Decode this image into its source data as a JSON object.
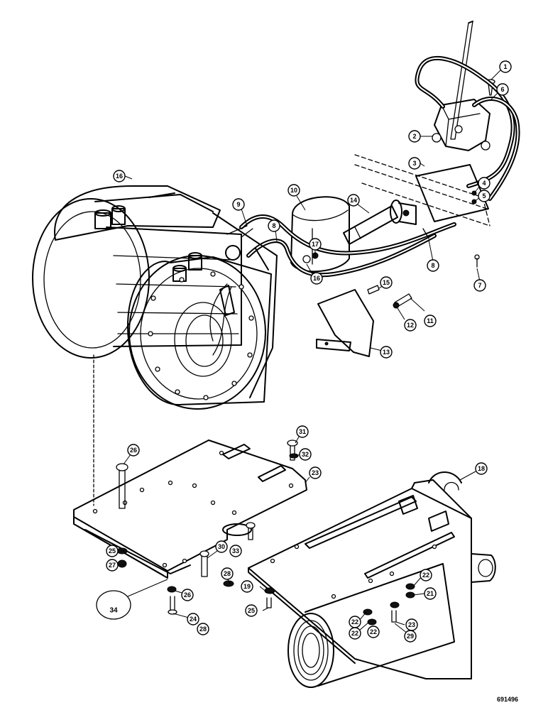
{
  "drawing_number": "691496",
  "callouts": [
    "1",
    "2",
    "3",
    "4",
    "5",
    "6",
    "7",
    "8",
    "8",
    "9",
    "10",
    "11",
    "12",
    "13",
    "14",
    "15",
    "16",
    "16",
    "17",
    "18",
    "19",
    "21",
    "22",
    "22",
    "22",
    "22",
    "23",
    "23",
    "24",
    "25",
    "25",
    "26",
    "26",
    "27",
    "28",
    "28",
    "29",
    "30",
    "31",
    "32",
    "33",
    "34"
  ]
}
